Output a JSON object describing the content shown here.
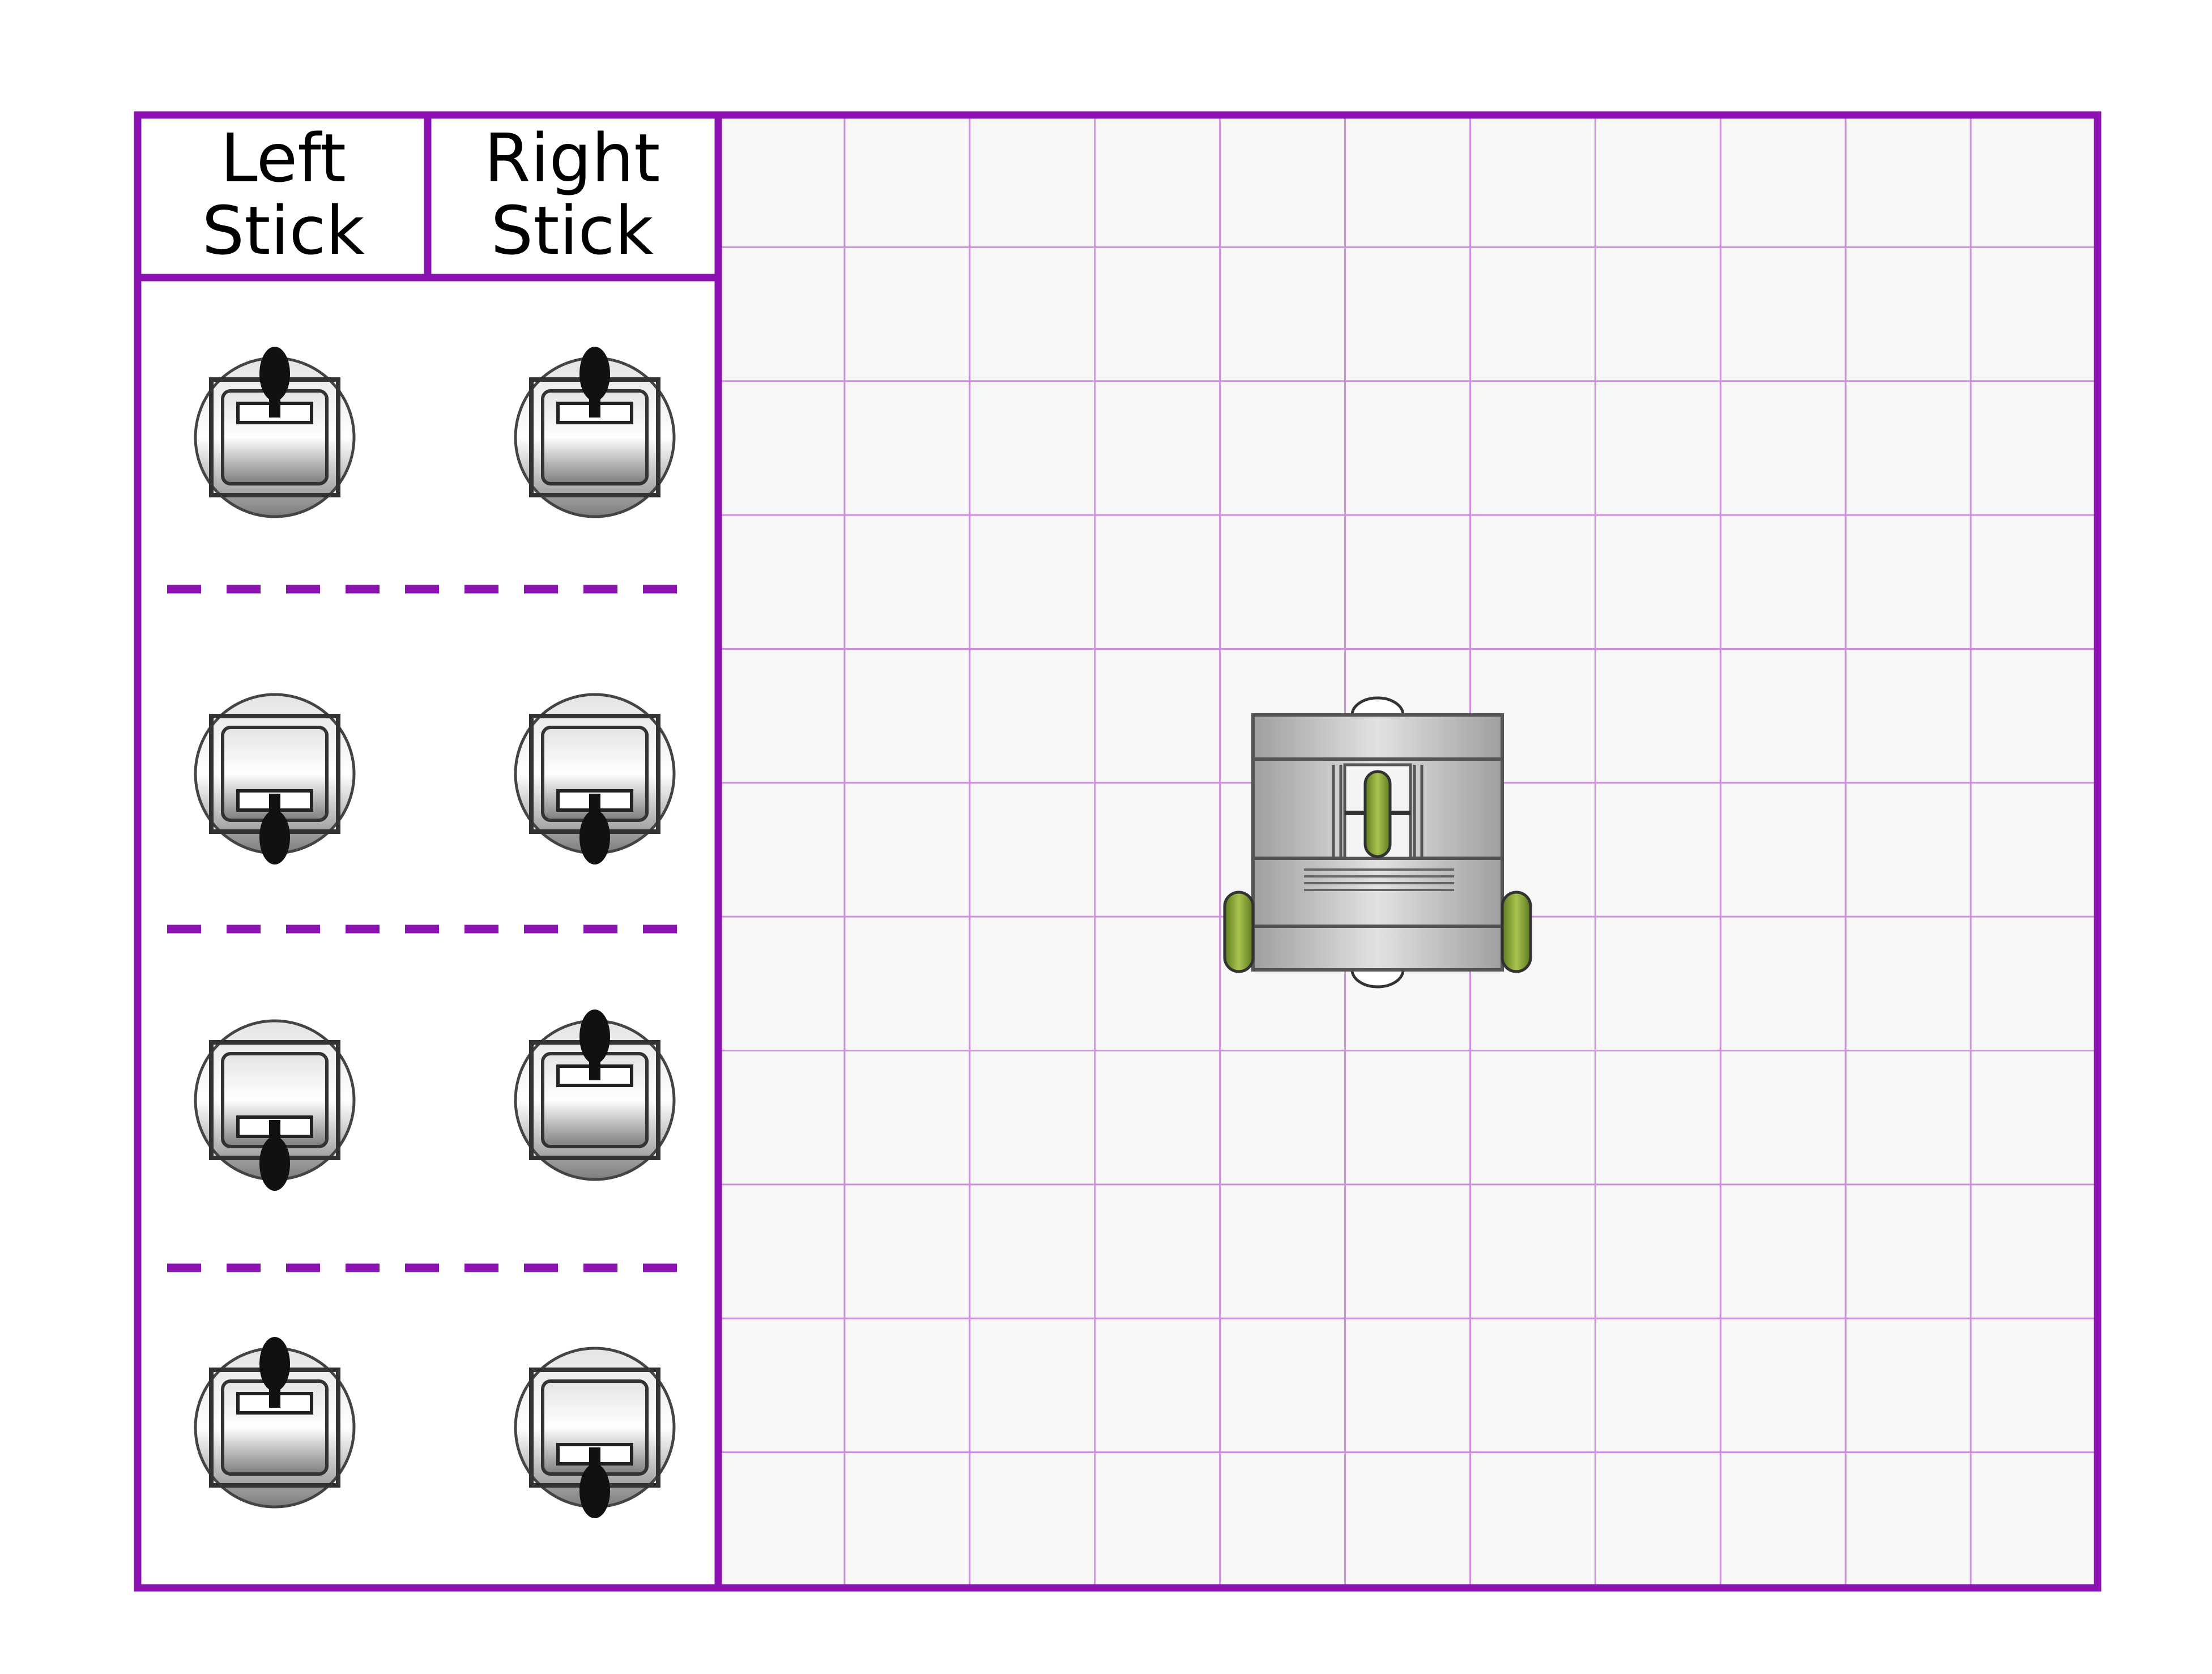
{
  "header": {
    "left_stick": "Left\nStick",
    "right_stick": "Right\nStick"
  },
  "colors": {
    "frame": "#8B12B0",
    "grid_line": "#CE8FE0",
    "grid_fill": "#F7F7F7",
    "wheel": "#7A9A2E",
    "robot_body": "#BDBDBD",
    "knob": "#111111"
  },
  "legend": {
    "rows": [
      {
        "left": "up",
        "right": "up"
      },
      {
        "left": "down",
        "right": "down"
      },
      {
        "left": "down",
        "right": "up"
      },
      {
        "left": "up",
        "right": "down"
      }
    ]
  },
  "grid": {
    "columns": 11,
    "rows": 11
  },
  "icons": {
    "joystick": "joystick-icon",
    "robot": "robot-icon"
  }
}
